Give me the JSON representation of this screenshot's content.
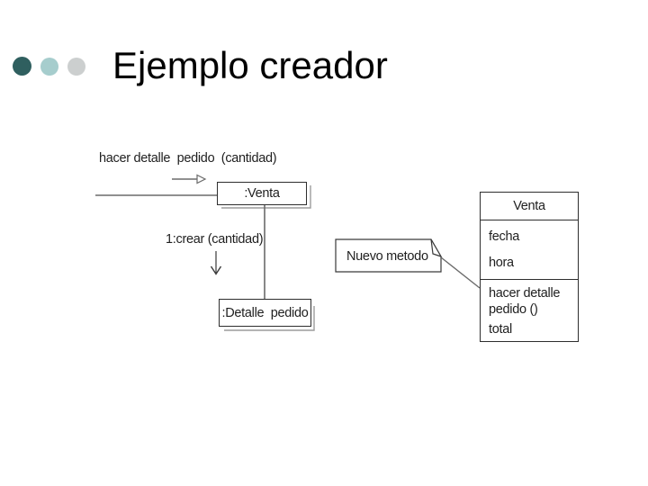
{
  "slide": {
    "title": "Ejemplo creador",
    "bullet_colors": [
      "#2f5f5f",
      "#a6cdcd",
      "#cccfcf"
    ],
    "background_color": "#ffffff"
  },
  "diagram": {
    "message_label": "hacer detalle  pedido  (cantidad)",
    "venta_object_label": ":Venta",
    "create_message_label": "1:crear (cantidad)",
    "detalle_object_label": ":Detalle  pedido",
    "note_text": "Nuevo metodo",
    "class_box": {
      "name": "Venta",
      "attributes": [
        "fecha",
        "hora"
      ],
      "methods": [
        "hacer detalle pedido ()",
        "total"
      ]
    },
    "line_color": "#6b6b6b",
    "border_color": "#2e2e2e",
    "shadow_color": "#9c9c9c"
  }
}
